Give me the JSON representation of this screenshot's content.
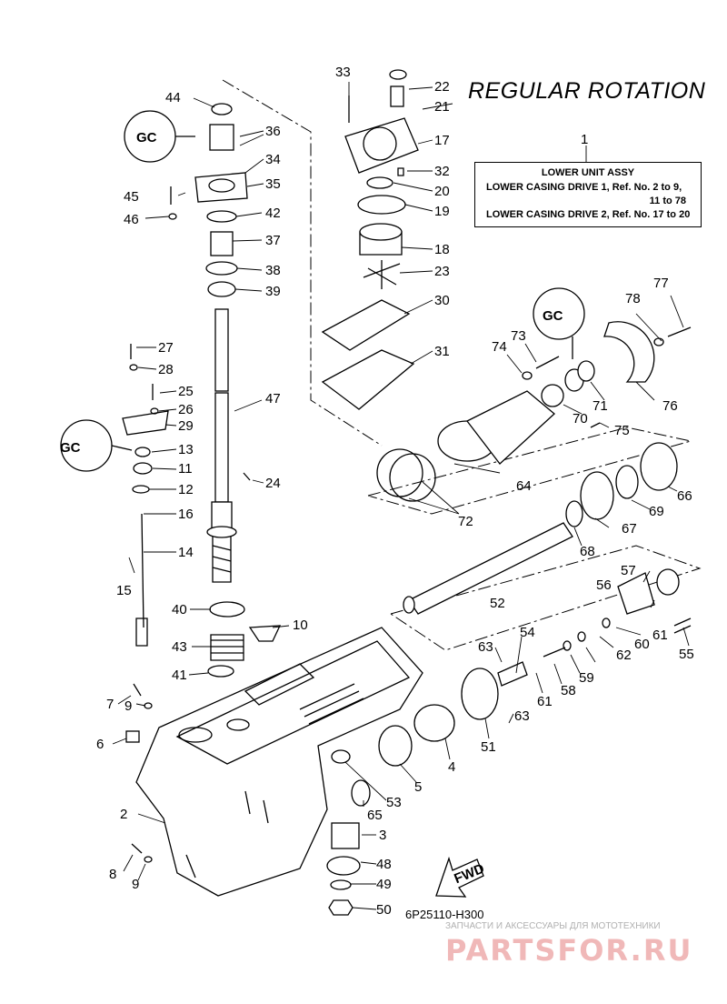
{
  "title": "REGULAR ROTATION",
  "assy": {
    "number": "1",
    "heading": "LOWER UNIT ASSY",
    "line1": "LOWER CASING DRIVE 1, Ref. No. 2 to 9,",
    "line2": "11 to 78",
    "line3": "LOWER CASING DRIVE 2,  Ref. No. 17 to 20"
  },
  "diagram_code": "6P25110-H300",
  "fwd_label": "FWD",
  "watermark": {
    "caption": "ЗАПЧАСТИ И АКСЕССУАРЫ ДЛЯ МОТОТЕХНИКИ",
    "logo": "PARTSFOR.RU"
  },
  "sealant_symbols": [
    "GC",
    "GC",
    "GC"
  ],
  "part_numbers": [
    "2",
    "3",
    "4",
    "5",
    "6",
    "7",
    "8",
    "9",
    "9",
    "10",
    "11",
    "12",
    "13",
    "14",
    "15",
    "16",
    "17",
    "18",
    "19",
    "20",
    "21",
    "22",
    "23",
    "24",
    "25",
    "26",
    "27",
    "28",
    "29",
    "30",
    "31",
    "32",
    "33",
    "34",
    "35",
    "36",
    "37",
    "38",
    "39",
    "40",
    "41",
    "42",
    "43",
    "44",
    "45",
    "46",
    "47",
    "48",
    "49",
    "50",
    "51",
    "52",
    "53",
    "54",
    "55",
    "56",
    "57",
    "58",
    "59",
    "60",
    "61",
    "61",
    "62",
    "63",
    "63",
    "64",
    "65",
    "66",
    "67",
    "68",
    "69",
    "70",
    "71",
    "72",
    "73",
    "74",
    "75",
    "76",
    "77",
    "78"
  ]
}
